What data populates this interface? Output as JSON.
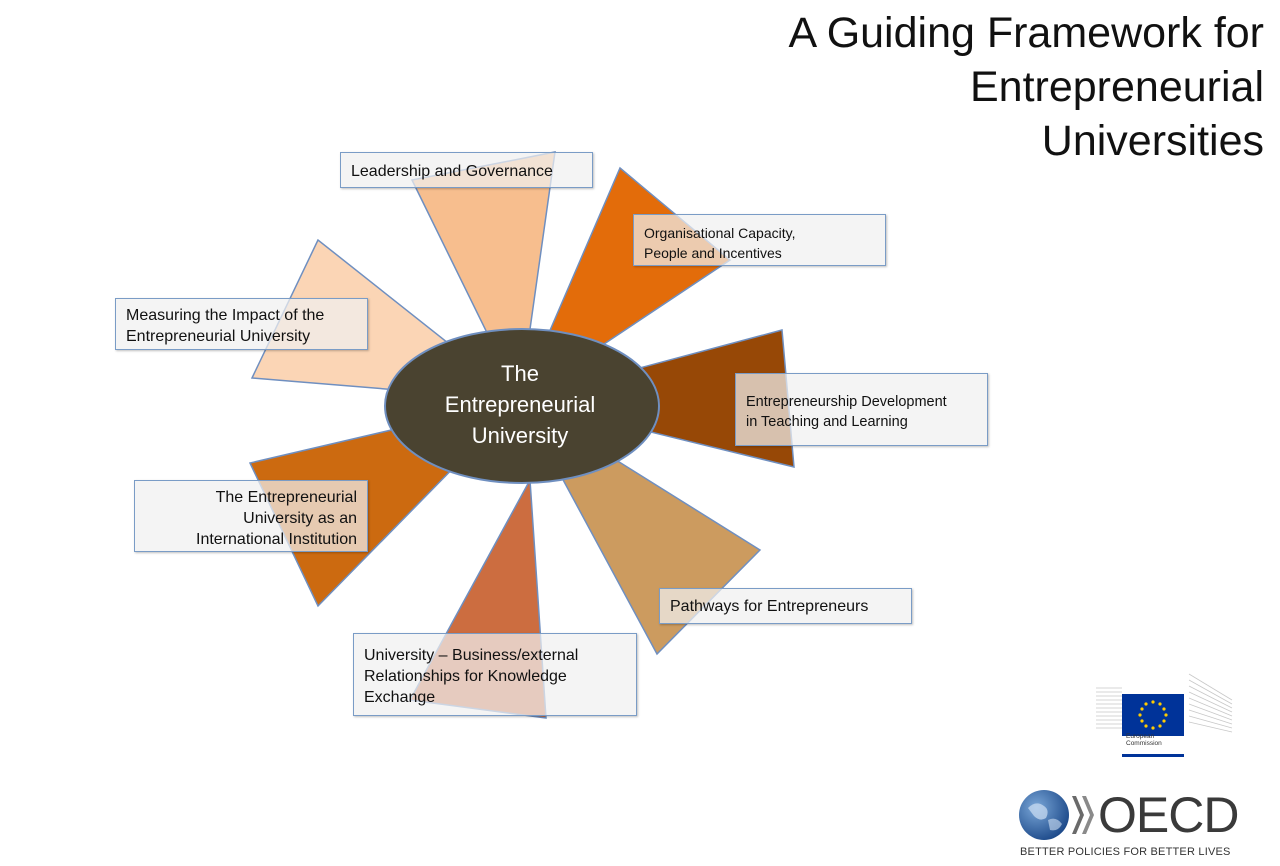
{
  "title": {
    "line1": "A Guiding Framework for",
    "line2": "Entrepreneurial",
    "line3": "Universities"
  },
  "center": {
    "line1": "The",
    "line2": "Entrepreneurial",
    "line3": "University",
    "color": "#4a4330"
  },
  "dimensions": [
    {
      "line1": "Leadership and Governance",
      "color": "#f7be8e"
    },
    {
      "line1": "Organisational Capacity,",
      "line2": "People and Incentives",
      "color": "#e36c0a"
    },
    {
      "line1": "Entrepreneurship Development",
      "line2": "in Teaching and Learning",
      "color": "#974806"
    },
    {
      "line1": "Pathways for Entrepreneurs",
      "color": "#cc9b5f"
    },
    {
      "line1": "University – Business/external",
      "line2": "Relationships for Knowledge",
      "line3": "Exchange",
      "color": "#cc6d40"
    },
    {
      "line1": "The Entrepreneurial",
      "line2": "University as an",
      "line3": "International Institution",
      "color": "#cc6a10"
    },
    {
      "line1": "Measuring the Impact of the",
      "line2": "Entrepreneurial University",
      "color": "#fbd5b5"
    }
  ],
  "logos": {
    "ec_line1": "European",
    "ec_line2": "Commission",
    "oecd_name": "OECD",
    "oecd_tagline": "BETTER POLICIES FOR BETTER LIVES",
    "eu_blue": "#003399",
    "eu_gold": "#ffcc00"
  }
}
